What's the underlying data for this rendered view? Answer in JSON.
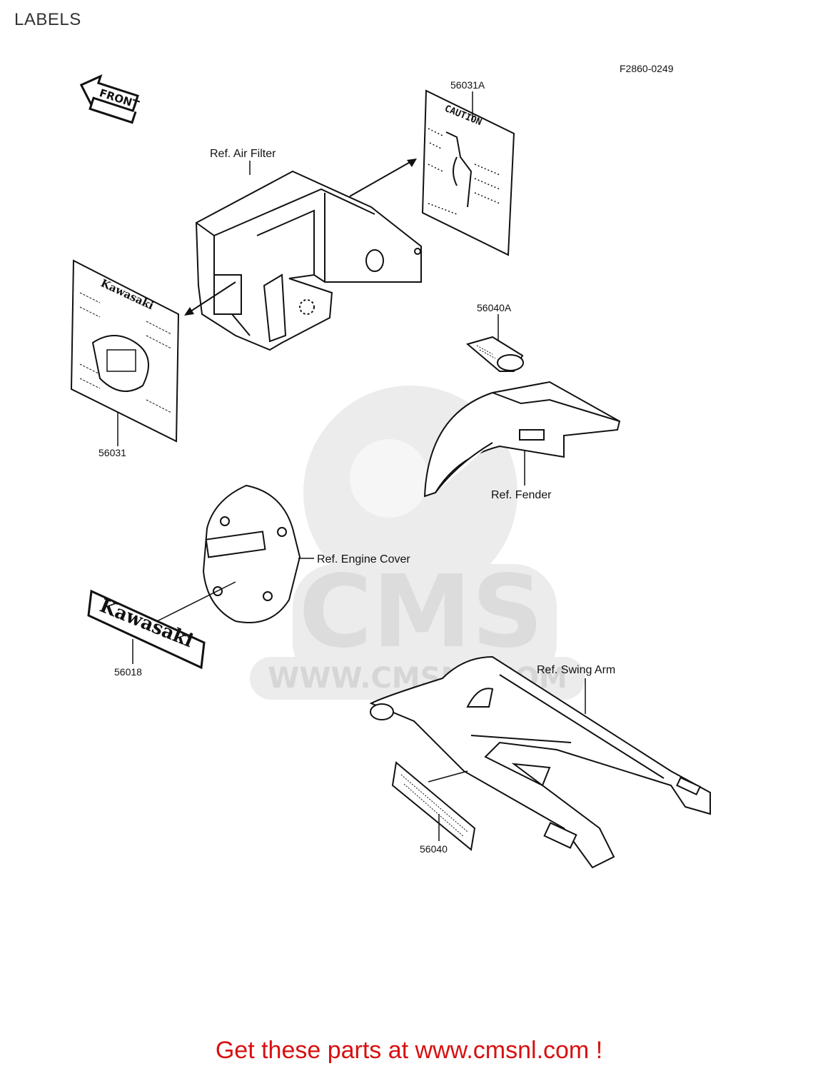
{
  "page": {
    "title": "LABELS"
  },
  "diagram": {
    "figure_code": "F2860-0249",
    "front_label": "FRONT",
    "labels": {
      "air_filter": "Ref. Air Filter",
      "fender": "Ref. Fender",
      "engine_cover": "Ref. Engine Cover",
      "swing_arm": "Ref. Swing Arm"
    },
    "parts": {
      "p56031A": "56031A",
      "p56040A": "56040A",
      "p56031": "56031",
      "p56018": "56018",
      "p56040": "56040"
    },
    "decal_texts": {
      "caution": "CAUTION",
      "kawasaki_small": "Kawasaki",
      "kawasaki_large": "Kawasaki"
    },
    "watermark": {
      "logo_text": "CMS",
      "url_text": "WWW.CMSNL.COM"
    }
  },
  "footer": {
    "cta": "Get these parts at www.cmsnl.com !"
  },
  "colors": {
    "accent": "#d81010",
    "ink": "#111111",
    "watermark": "#e8e8e8"
  }
}
